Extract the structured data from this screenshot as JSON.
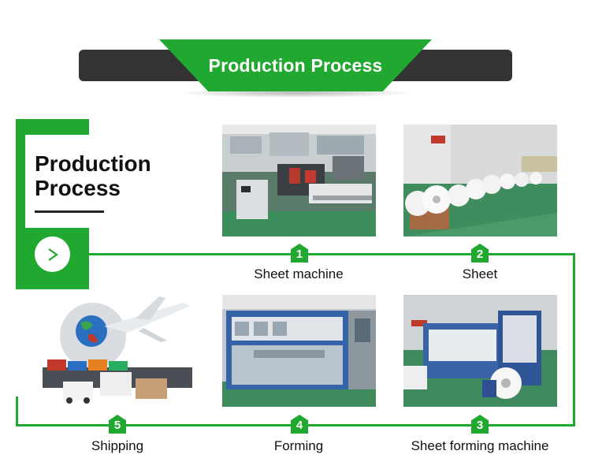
{
  "header": {
    "title": "Production Process"
  },
  "intro": {
    "title": "Production Process",
    "next_label": ">"
  },
  "steps": [
    {
      "number": "1",
      "label": "Sheet machine"
    },
    {
      "number": "2",
      "label": "Sheet"
    },
    {
      "number": "3",
      "label": "Sheet forming machine"
    },
    {
      "number": "4",
      "label": "Forming"
    },
    {
      "number": "5",
      "label": "Shipping"
    }
  ],
  "colors": {
    "accent": "#20a830",
    "dark": "#333333",
    "text": "#111111"
  },
  "icons": {
    "next": "chevron-right-icon"
  }
}
